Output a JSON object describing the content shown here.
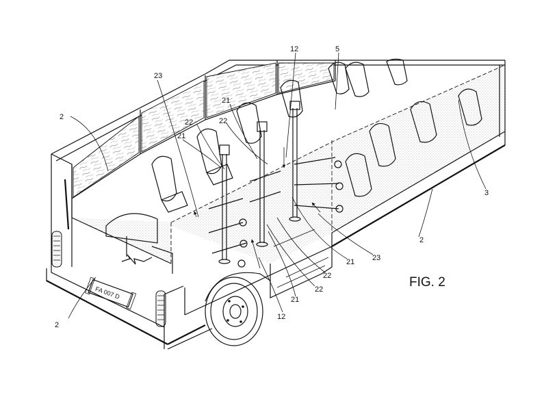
{
  "figure": {
    "caption": "FIG. 2",
    "license_plate": "FA 007 D"
  },
  "reference_numerals": [
    {
      "id": "r2a",
      "label": "2"
    },
    {
      "id": "r2b",
      "label": "2"
    },
    {
      "id": "r2c",
      "label": "2"
    },
    {
      "id": "r3",
      "label": "3"
    },
    {
      "id": "r5",
      "label": "5"
    },
    {
      "id": "r12a",
      "label": "12"
    },
    {
      "id": "r12b",
      "label": "12"
    },
    {
      "id": "r21a",
      "label": "21"
    },
    {
      "id": "r21b",
      "label": "21"
    },
    {
      "id": "r21c",
      "label": "21"
    },
    {
      "id": "r21d",
      "label": "21"
    },
    {
      "id": "r22a",
      "label": "22"
    },
    {
      "id": "r22b",
      "label": "22"
    },
    {
      "id": "r22c",
      "label": "22"
    },
    {
      "id": "r22d",
      "label": "22"
    },
    {
      "id": "r23a",
      "label": "23"
    },
    {
      "id": "r23b",
      "label": "23"
    }
  ]
}
